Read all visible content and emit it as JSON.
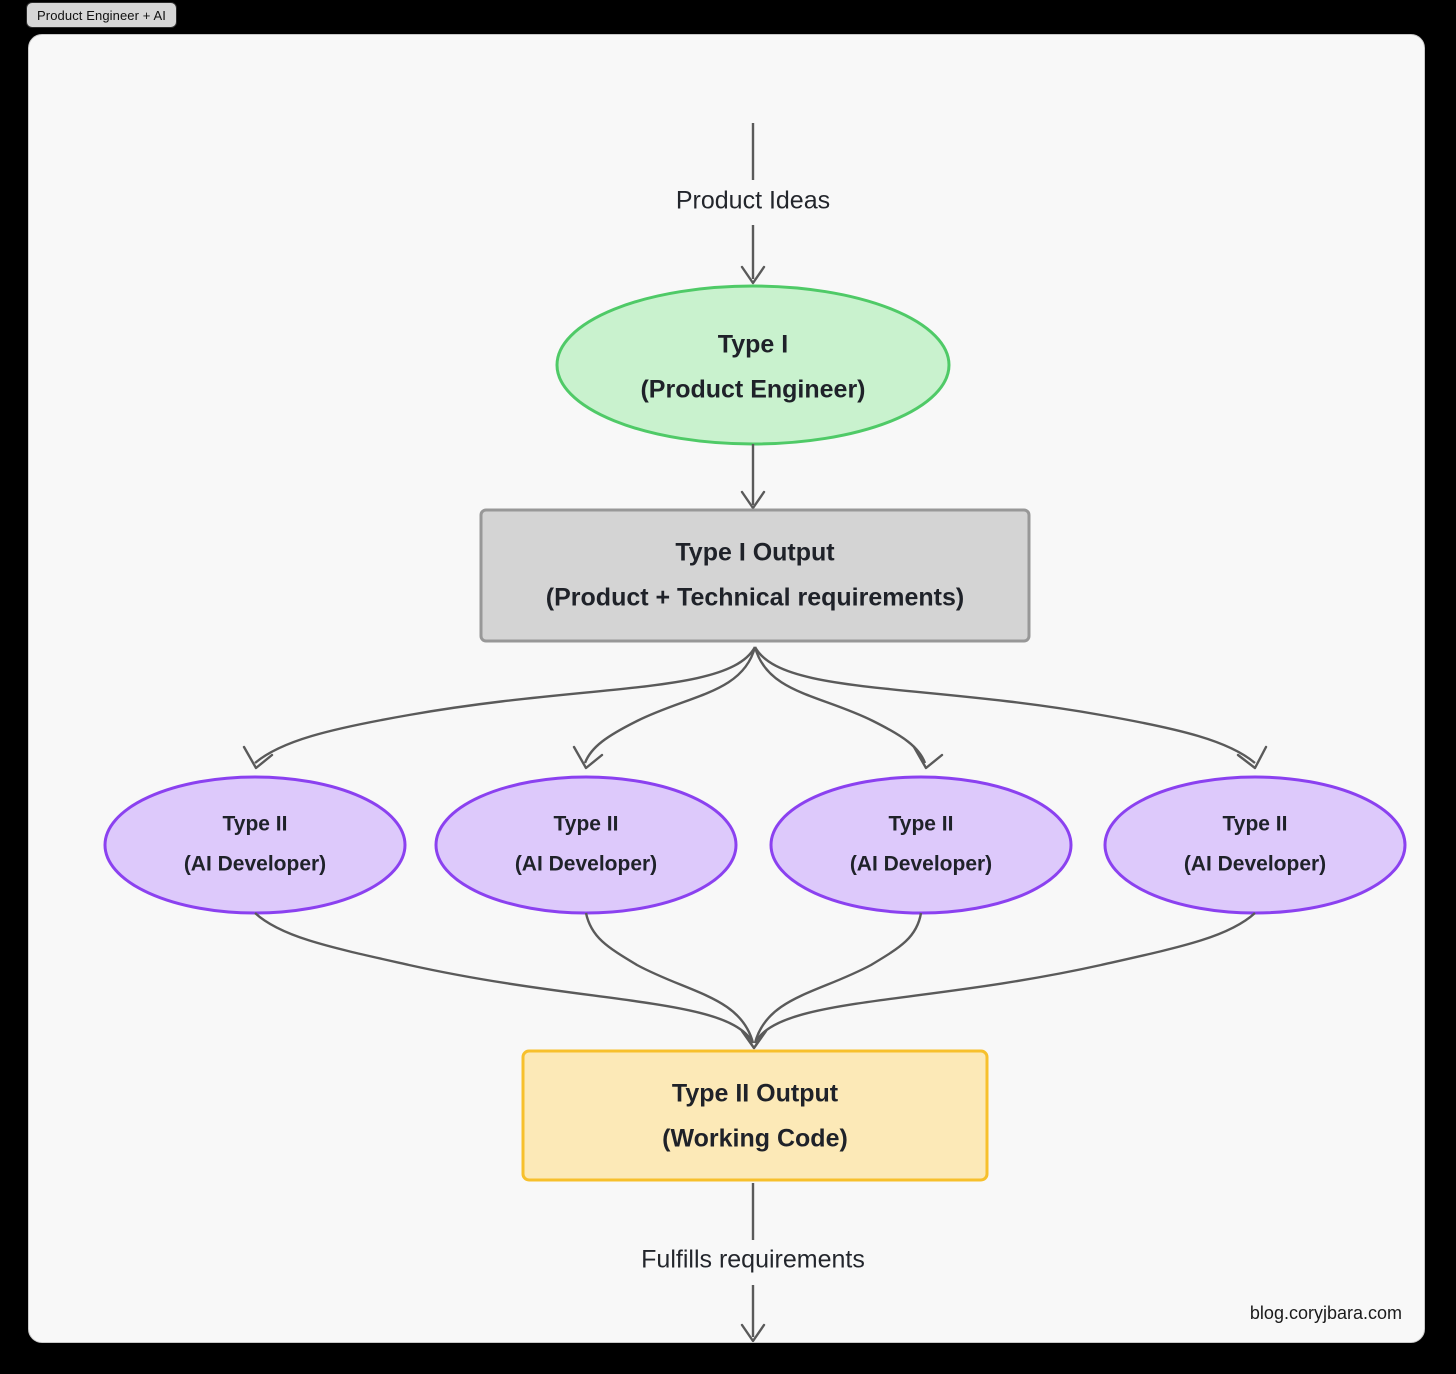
{
  "window": {
    "tab_label": "Product Engineer + AI",
    "background_color": "#000000",
    "panel_color": "#f8f8f8"
  },
  "diagram": {
    "type": "flowchart",
    "direction": "top-to-bottom",
    "edge_color": "#5a5a5a",
    "nodes": [
      {
        "id": "type1",
        "shape": "ellipse",
        "line1": "Type I",
        "line2": "(Product Engineer)",
        "fill": "#c9f2ce",
        "stroke": "#4fca67"
      },
      {
        "id": "type1_output",
        "shape": "rectangle",
        "line1": "Type I Output",
        "line2": "(Product + Technical requirements)",
        "fill": "#d4d4d4",
        "stroke": "#989898"
      },
      {
        "id": "type2_a",
        "shape": "ellipse",
        "line1": "Type II",
        "line2": "(AI Developer)",
        "fill": "#ddc9fb",
        "stroke": "#8b41f0"
      },
      {
        "id": "type2_b",
        "shape": "ellipse",
        "line1": "Type II",
        "line2": "(AI Developer)",
        "fill": "#ddc9fb",
        "stroke": "#8b41f0"
      },
      {
        "id": "type2_c",
        "shape": "ellipse",
        "line1": "Type II",
        "line2": "(AI Developer)",
        "fill": "#ddc9fb",
        "stroke": "#8b41f0"
      },
      {
        "id": "type2_d",
        "shape": "ellipse",
        "line1": "Type II",
        "line2": "(AI Developer)",
        "fill": "#ddc9fb",
        "stroke": "#8b41f0"
      },
      {
        "id": "type2_output",
        "shape": "rectangle",
        "line1": "Type II Output",
        "line2": "(Working Code)",
        "fill": "#fce9b7",
        "stroke": "#f7c02c"
      }
    ],
    "edge_labels": {
      "top": "Product Ideas",
      "bottom": "Fulfills requirements"
    }
  },
  "watermark": "blog.coryjbara.com"
}
